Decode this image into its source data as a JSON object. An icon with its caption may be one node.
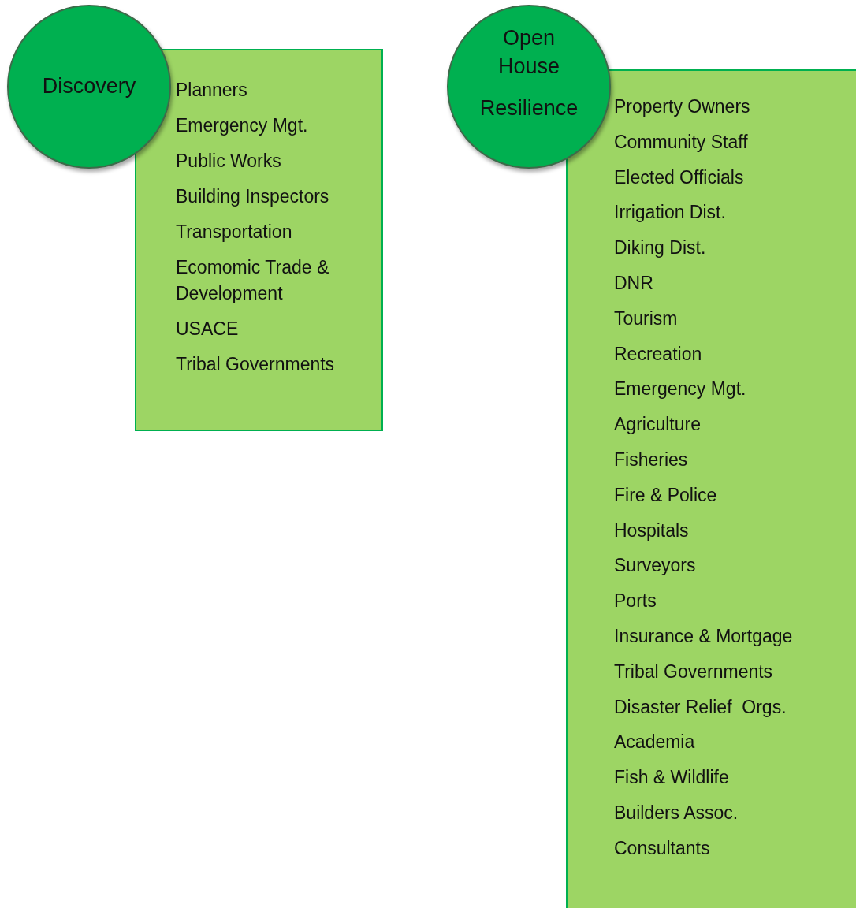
{
  "diagram": {
    "nodes": [
      {
        "text": [
          "Discovery"
        ]
      },
      {
        "text": [
          "Planners",
          "Emergency Mgt.",
          "Public Works",
          "Building Inspectors",
          "Transportation",
          "Ecomomic Trade & Development",
          "USACE",
          "Tribal Governments"
        ]
      },
      {
        "text": [
          "Open House",
          "Resilience"
        ]
      },
      {
        "text": [
          "Property Owners",
          "Community Staff",
          "Elected Officials",
          "Irrigation Dist.",
          "Diking Dist.",
          "DNR",
          "Tourism",
          "Recreation",
          "Emergency Mgt.",
          "Agriculture",
          "Fisheries",
          "Fire & Police",
          "Hospitals",
          "Surveyors",
          "Ports",
          "Insurance & Mortgage",
          "Tribal Governments",
          "Disaster Relief  Orgs.",
          "Academia",
          "Fish & Wildlife",
          "Builders Assoc.",
          "Consultants"
        ]
      }
    ]
  }
}
